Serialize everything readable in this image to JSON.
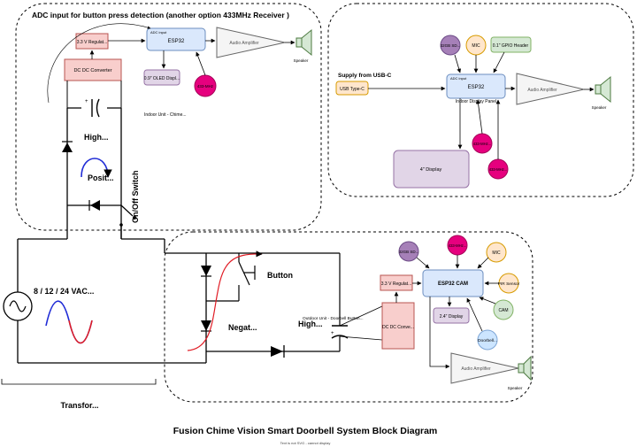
{
  "title": "Fusion Chime Vision Smart Doorbell System Block Diagram",
  "footer_note": "Text is not SVG - cannot display",
  "indoor_chime": {
    "header": "ADC input for button press detection (another option 433MHz Receiver )",
    "adc_input": "ADC input",
    "esp32": "ESP32",
    "regulator": "3.3 V Regulat...",
    "dcdc": "DC DC Converter",
    "oled": "0.9\" OLED Displ...",
    "mhz": "433-MHz",
    "amplifier": "Audio Amplifier",
    "speaker": "Speaker",
    "unit_label": "Indoor Unit - Chime..."
  },
  "indoor_display": {
    "supply_label": "Supply from USB-C",
    "usb": "USB Type-C",
    "adc_input": "ADC input",
    "esp32": "ESP32",
    "panel_label": "Indoor Display Panel",
    "sd": "32GB SD...",
    "mic": "MIC",
    "gpio": "0.1\" GPIO Header",
    "amplifier": "Audio Amplifier",
    "speaker": "Speaker",
    "display": "4\" Display",
    "mhz_a": "433-MHz...",
    "mhz_b": "433-MHz..."
  },
  "outdoor": {
    "sd": "32GB SD...",
    "mhz": "433-MHz...",
    "mic": "MIC",
    "regulator": "3.3 V Regulat...",
    "esp32cam": "ESP32 CAM",
    "pir": "PIR Sensor",
    "cam": "CAM",
    "dcdc": "DC DC Conve...",
    "display": "2.4\" Display",
    "doorbell": "Doorbell...",
    "amplifier": "Audio Amplifier",
    "speaker": "Speaker",
    "unit_label": "Outdoor Unit - Doorbell Button..."
  },
  "circuit": {
    "high_top": "High...",
    "posit": "Posit...",
    "onoff": "On/Off Switch",
    "vac": "8 / 12 / 24 VAC...",
    "transformer": "Transfor...",
    "button": "Button",
    "negat": "Negat...",
    "high_bottom": "High..."
  },
  "colors": {
    "esp32_fill": "#dae8fc",
    "esp32_stroke": "#6c8ebf",
    "red_fill": "#f8cecc",
    "red_stroke": "#b85450",
    "purple_fill": "#e1d5e7",
    "purple_stroke": "#9673a6",
    "magenta_fill": "#e6007e",
    "gray_fill": "#f5f5f5",
    "gray_stroke": "#666666",
    "green_fill": "#d5e8d4",
    "green_stroke": "#82b366",
    "orange_fill": "#ffe6cc",
    "orange_stroke": "#d79b00",
    "sd_fill": "#a680b8",
    "blue_fill": "#cce5ff",
    "wave_blue": "#1f2bd6",
    "wave_red": "#e01b24"
  }
}
